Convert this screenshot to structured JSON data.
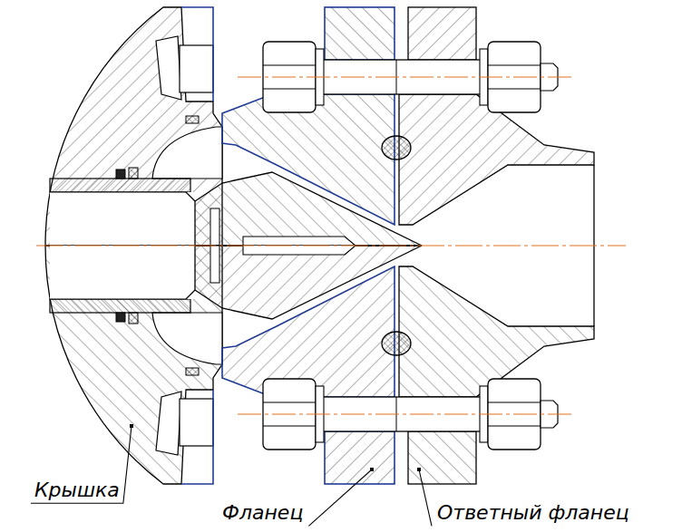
{
  "diagram": {
    "labels": [
      "Крышка",
      "Фланец",
      "Ответный фланец"
    ]
  }
}
